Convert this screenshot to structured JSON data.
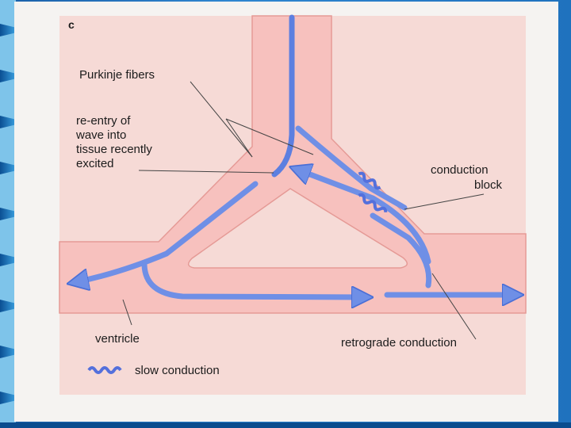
{
  "figure": {
    "panel_letter": "c",
    "labels": {
      "purkinje": "Purkinje fibers",
      "reentry_1": "re-entry of",
      "reentry_2": "wave into",
      "reentry_3": "tissue recently",
      "reentry_4": "excited",
      "block_1": "conduction",
      "block_2": "block",
      "ventricle": "ventricle",
      "retrograde": "retrograde conduction",
      "slow": "slow conduction"
    }
  },
  "colors": {
    "slide_blue": "#1e6fb8",
    "tissue_pink": "#f6c3c0",
    "arrow_blue": "#6f8fe6",
    "arrow_edge": "#4a6fd6"
  }
}
